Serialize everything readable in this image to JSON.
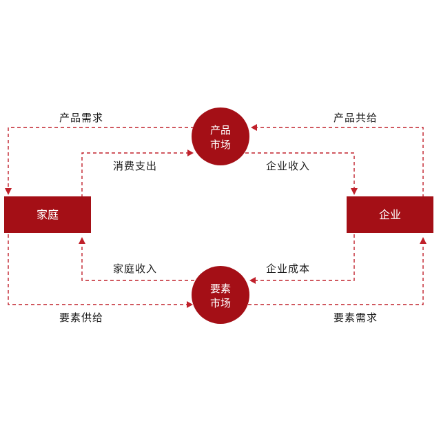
{
  "colors": {
    "accent": "#a40f16",
    "line": "#c0202a"
  },
  "nodes": {
    "household": "家庭",
    "firm": "企业",
    "product_market": [
      "产品",
      "市场"
    ],
    "factor_market": [
      "要素",
      "市场"
    ]
  },
  "flows": {
    "product_demand": "产品需求",
    "product_supply": "产品共给",
    "consumer_spending": "消费支出",
    "firm_revenue": "企业收入",
    "household_income": "家庭收入",
    "firm_cost": "企业成本",
    "factor_supply": "要素供给",
    "factor_demand": "要素需求"
  }
}
